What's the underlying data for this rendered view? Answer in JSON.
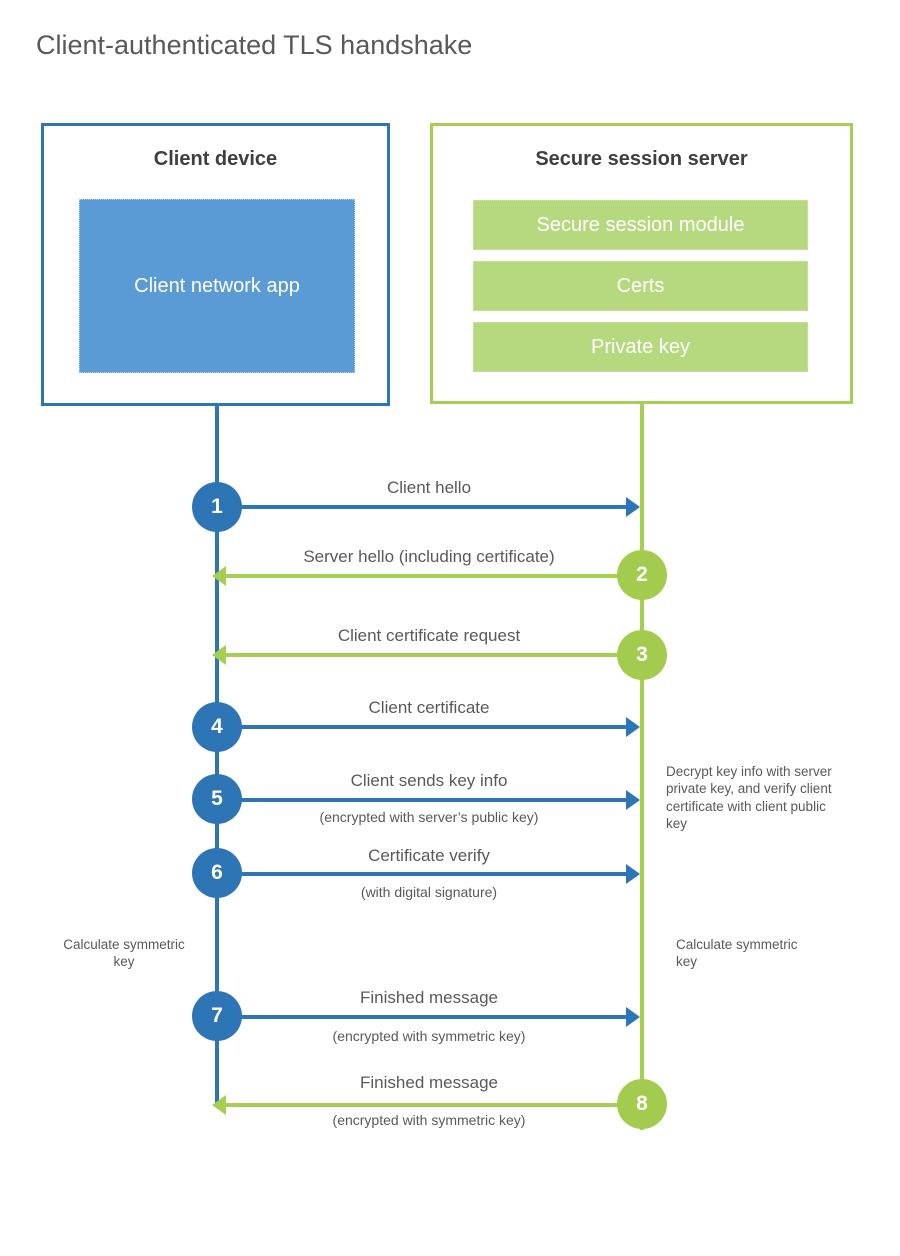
{
  "title": "Client-authenticated TLS handshake",
  "colors": {
    "client_accent": "#2e75b6",
    "client_fill": "#5b9bd5",
    "server_accent": "#a6ce53",
    "server_fill": "#b6d87e",
    "text_gray": "#595959",
    "heading_gray": "#3f3f3f"
  },
  "client_box": {
    "title": "Client device",
    "app_label": "Client network app"
  },
  "server_box": {
    "title": "Secure session server",
    "modules": [
      "Secure session module",
      "Certs",
      "Private key"
    ]
  },
  "steps": [
    {
      "num": "1",
      "from": "client",
      "label": "Client hello",
      "sublabel": ""
    },
    {
      "num": "2",
      "from": "server",
      "label": "Server hello (including certificate)",
      "sublabel": ""
    },
    {
      "num": "3",
      "from": "server",
      "label": "Client certificate request",
      "sublabel": ""
    },
    {
      "num": "4",
      "from": "client",
      "label": "Client certificate",
      "sublabel": ""
    },
    {
      "num": "5",
      "from": "client",
      "label": "Client sends key info",
      "sublabel": "(encrypted with server’s public key)"
    },
    {
      "num": "6",
      "from": "client",
      "label": "Certificate verify",
      "sublabel": "(with digital signature)"
    },
    {
      "num": "7",
      "from": "client",
      "label": "Finished message",
      "sublabel": "(encrypted with symmetric key)"
    },
    {
      "num": "8",
      "from": "server",
      "label": "Finished message",
      "sublabel": "(encrypted with symmetric key)"
    }
  ],
  "annotations": {
    "decrypt_note": "Decrypt key info with server private key, and verify client certificate with client public key",
    "calc_left": "Calculate symmetric key",
    "calc_right": "Calculate symmetric key"
  }
}
